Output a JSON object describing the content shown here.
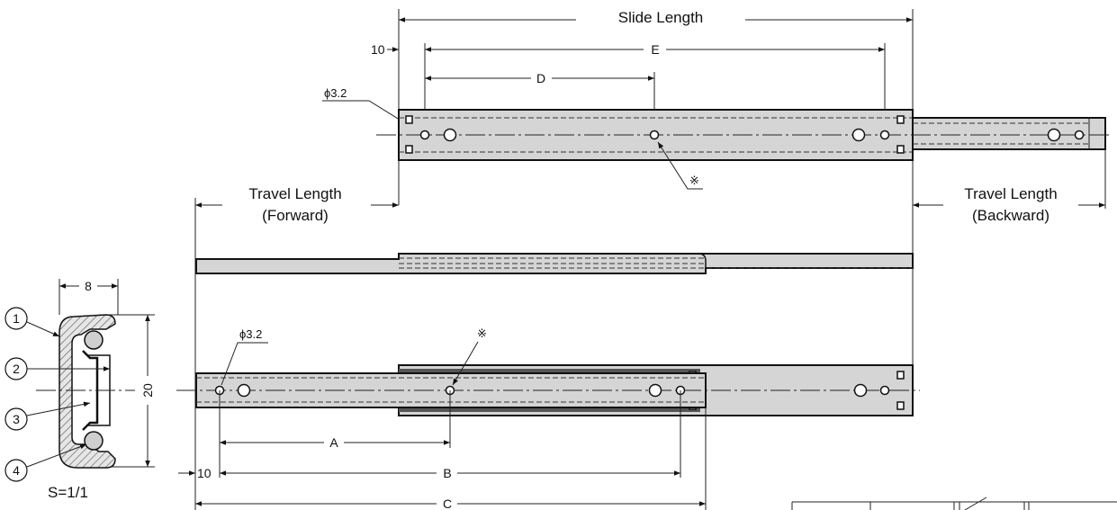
{
  "labels": {
    "slide_length": "Slide Length",
    "travel_forward_1": "Travel Length",
    "travel_forward_2": "(Forward)",
    "travel_backward_1": "Travel Length",
    "travel_backward_2": "(Backward)",
    "dim_E": "E",
    "dim_D": "D",
    "dim_A": "A",
    "dim_B": "B",
    "dim_C": "C",
    "offset_top": "10",
    "offset_bottom": "10",
    "hole_top": "ϕ3.2",
    "hole_bottom": "ϕ3.2",
    "ref_mark_top": "※",
    "ref_mark_bottom": "※",
    "section_width": "8",
    "section_height": "20",
    "scale": "S=1/1",
    "part_1": "1",
    "part_2": "2",
    "part_3": "3",
    "part_4": "4"
  }
}
